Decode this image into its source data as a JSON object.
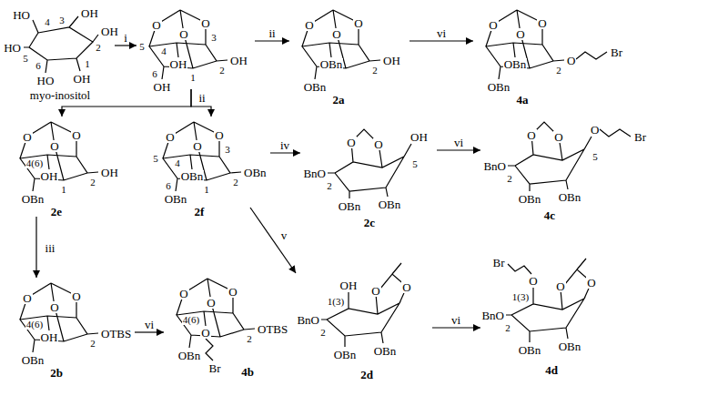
{
  "diagram": {
    "nodes": [
      {
        "text": [
          "4",
          "3",
          "OH",
          "HO",
          "HO",
          "5",
          "6",
          "2",
          "OH",
          "1",
          "OH",
          "HO",
          "myo-inositol"
        ]
      },
      {
        "text": [
          "O",
          "O",
          "O",
          "5",
          "4",
          "3",
          "6",
          "1",
          "2",
          "OH",
          "OH",
          "OH"
        ]
      },
      {
        "text": [
          "O",
          "O",
          "O",
          "2",
          "OH",
          "OBn",
          "OBn",
          "2a"
        ]
      },
      {
        "text": [
          "O",
          "O",
          "O",
          "2",
          "O",
          "Br",
          "OBn",
          "OBn",
          "4a"
        ]
      },
      {
        "text": [
          "O",
          "O",
          "O",
          "4(6)",
          "1",
          "2",
          "OH",
          "OH",
          "OBn",
          "2e"
        ]
      },
      {
        "text": [
          "O",
          "O",
          "O",
          "5",
          "4",
          "3",
          "6",
          "1",
          "2",
          "OBn",
          "OBn",
          "OBn",
          "2f"
        ]
      },
      {
        "text": [
          "O",
          "O",
          "OH",
          "5",
          "BnO",
          "2",
          "OBn",
          "OBn",
          "2c"
        ]
      },
      {
        "text": [
          "O",
          "O",
          "O",
          "Br",
          "5",
          "BnO",
          "2",
          "OBn",
          "OBn",
          "4c"
        ]
      },
      {
        "text": [
          "O",
          "O",
          "O",
          "4(6)",
          "2",
          "OTBS",
          "OH",
          "OBn",
          "2b"
        ]
      },
      {
        "text": [
          "O",
          "O",
          "O",
          "4(6)",
          "2",
          "OTBS",
          "OBn",
          "O",
          "Br",
          "4b"
        ]
      },
      {
        "text": [
          "OH",
          "1(3)",
          "O",
          "O",
          "BnO",
          "2",
          "OBn",
          "OBn",
          "2d"
        ]
      },
      {
        "text": [
          "Br",
          "O",
          "1(3)",
          "O",
          "O",
          "BnO",
          "2",
          "OBn",
          "OBn",
          "4d"
        ]
      }
    ],
    "edges": [
      {
        "from": 0,
        "to": 1,
        "label": "i",
        "arrow": "to"
      },
      {
        "from": 1,
        "to": 2,
        "label": "ii",
        "arrow": "to"
      },
      {
        "from": 2,
        "to": 3,
        "label": "vi",
        "arrow": "to"
      },
      {
        "from": 1,
        "to": 4,
        "label": "ii",
        "arrow": "to"
      },
      {
        "from": 1,
        "to": 5,
        "arrow": "to"
      },
      {
        "from": 5,
        "to": 6,
        "label": "iv",
        "arrow": "to"
      },
      {
        "from": 6,
        "to": 7,
        "label": "vi",
        "arrow": "to"
      },
      {
        "from": 4,
        "to": 8,
        "label": "iii",
        "arrow": "to"
      },
      {
        "from": 8,
        "to": 9,
        "label": "vi",
        "arrow": "to"
      },
      {
        "from": 5,
        "to": 10,
        "label": "v",
        "arrow": "to"
      },
      {
        "from": 10,
        "to": 11,
        "label": "vi",
        "arrow": "to"
      }
    ]
  }
}
